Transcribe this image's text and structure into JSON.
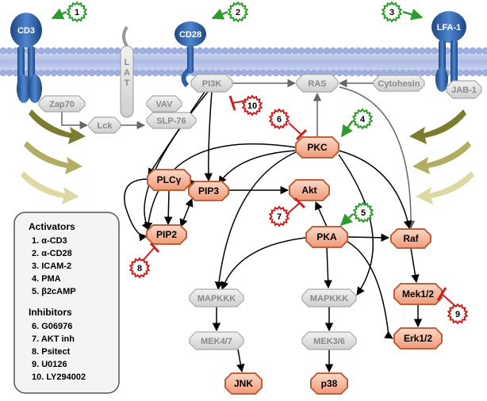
{
  "receptors": {
    "cd3": "CD3",
    "cd28": "CD28",
    "lfa1": "LFA-1"
  },
  "gray_nodes": {
    "zap70": "Zap70",
    "lat": "LAT",
    "lck": "Lck",
    "vav": "VAV",
    "slp76": "SLP-76",
    "pi3k": "PI3K",
    "ras": "RAS",
    "cytohesin": "Cytohesin",
    "jab1": "JAB-1",
    "mapkkk_left": "MAPKKK",
    "mapkkk_mid": "MAPKKK",
    "mek47": "MEK4/7",
    "mek36": "MEK3/6"
  },
  "measured_nodes": {
    "pkc": "PKC",
    "plcg": "PLCγ",
    "pip3": "PIP3",
    "akt": "Akt",
    "pip2": "PIP2",
    "pka": "PKA",
    "raf": "Raf",
    "mek12": "Mek1/2",
    "erk12": "Erk1/2",
    "jnk": "JNK",
    "p38": "p38"
  },
  "activator_badges": [
    "1",
    "2",
    "3",
    "4",
    "5"
  ],
  "inhibitor_badges": [
    "6",
    "7",
    "8",
    "9",
    "10"
  ],
  "legend": {
    "activators_title": "Activators",
    "activators": [
      "1. α-CD3",
      "2. α-CD28",
      "3. ICAM-2",
      "4. PMA",
      "5. β2cAMP"
    ],
    "inhibitors_title": "Inhibitors",
    "inhibitors": [
      "6. G06976",
      "7. AKT inh",
      "8. Psitect",
      "9. U0126",
      "10. LY294002"
    ]
  },
  "colors": {
    "membrane": "#b9c6ea",
    "receptor": "#2f5fa8",
    "gray_node": "#e2e2e2",
    "measured_node": "#f4b296",
    "activator_badge": "#2e9b2e",
    "inhibitor_badge": "#cc2020"
  }
}
